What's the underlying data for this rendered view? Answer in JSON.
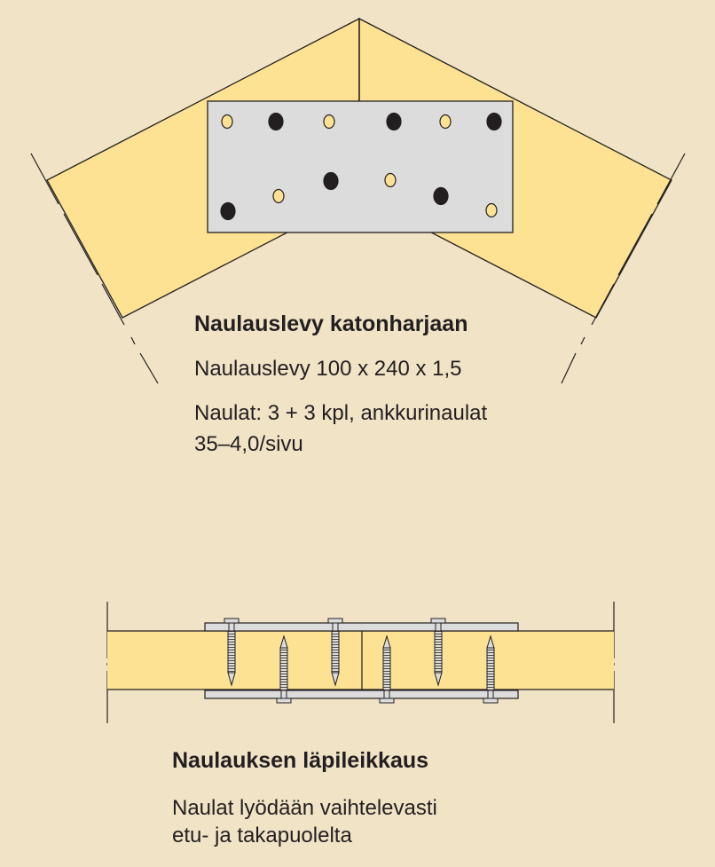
{
  "colors": {
    "background": "#f0e3c6",
    "wood": "#fde293",
    "plate": "#dcdcdc",
    "line": "#231f20"
  },
  "ridge_section": {
    "title": "Naulauslevy katonharjaan",
    "plate_spec": "Naulauslevy 100 x 240 x 1,5",
    "nails_line1": "Naulat: 3 + 3 kpl, ankkurinaulat",
    "nails_line2": "35–4,0/sivu"
  },
  "cross_section": {
    "title": "Naulauksen läpileikkaus",
    "line1": "Naulat lyödään vaihtelevasti",
    "line2": "etu- ja takapuolelta"
  }
}
